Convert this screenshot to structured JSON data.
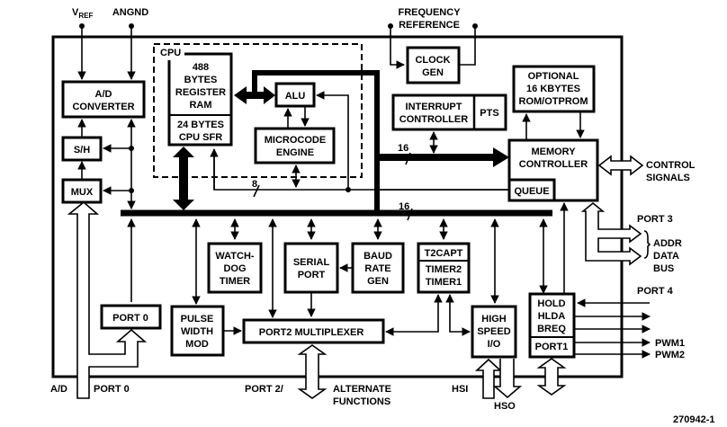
{
  "figure_id": "270942-1",
  "external": {
    "vref": "V",
    "vref_sub": "REF",
    "angnd": "ANGND",
    "freq_ref_1": "FREQUENCY",
    "freq_ref_2": "REFERENCE",
    "control_1": "CONTROL",
    "control_2": "SIGNALS",
    "port3": "PORT 3",
    "port4": "PORT 4",
    "addr_1": "ADDR",
    "addr_2": "DATA",
    "addr_3": "BUS",
    "pwm1": "PWM1",
    "pwm2": "PWM2",
    "ad": "A/D",
    "port0": "PORT 0",
    "port2": "PORT 2/",
    "alt_1": "ALTERNATE",
    "alt_2": "FUNCTIONS",
    "hsi": "HSI",
    "hso": "HSO"
  },
  "blocks": {
    "cpu": "CPU",
    "regram": [
      "488",
      "BYTES",
      "REGISTER",
      "RAM"
    ],
    "sfr": [
      "24 BYTES",
      "CPU SFR"
    ],
    "alu": "ALU",
    "microcode": [
      "MICROCODE",
      "ENGINE"
    ],
    "ad": [
      "A/D",
      "CONVERTER"
    ],
    "sh": "S/H",
    "mux": "MUX",
    "clock": [
      "CLOCK",
      "GEN"
    ],
    "interrupt": [
      "INTERRUPT",
      "CONTROLLER"
    ],
    "pts": "PTS",
    "rom": [
      "OPTIONAL",
      "16 KBYTES",
      "ROM/OTPROM"
    ],
    "memctl": [
      "MEMORY",
      "CONTROLLER"
    ],
    "queue": "QUEUE",
    "watchdog": [
      "WATCH-",
      "DOG",
      "TIMER"
    ],
    "serial": [
      "SERIAL",
      "PORT"
    ],
    "baud": [
      "BAUD",
      "RATE",
      "GEN"
    ],
    "t2capt": "T2CAPT",
    "timers": [
      "TIMER2",
      "TIMER1"
    ],
    "port0": "PORT 0",
    "pwm": [
      "PULSE",
      "WIDTH",
      "MOD"
    ],
    "p2mux": "PORT2 MULTIPLEXER",
    "hsio": [
      "HIGH",
      "SPEED",
      "I/O"
    ],
    "hold": [
      "HOLD",
      "HLDA",
      "BREQ"
    ],
    "port1": "PORT1"
  },
  "bus_widths": {
    "internal_8": "8",
    "upper_16": "16",
    "lower_16": "16"
  }
}
